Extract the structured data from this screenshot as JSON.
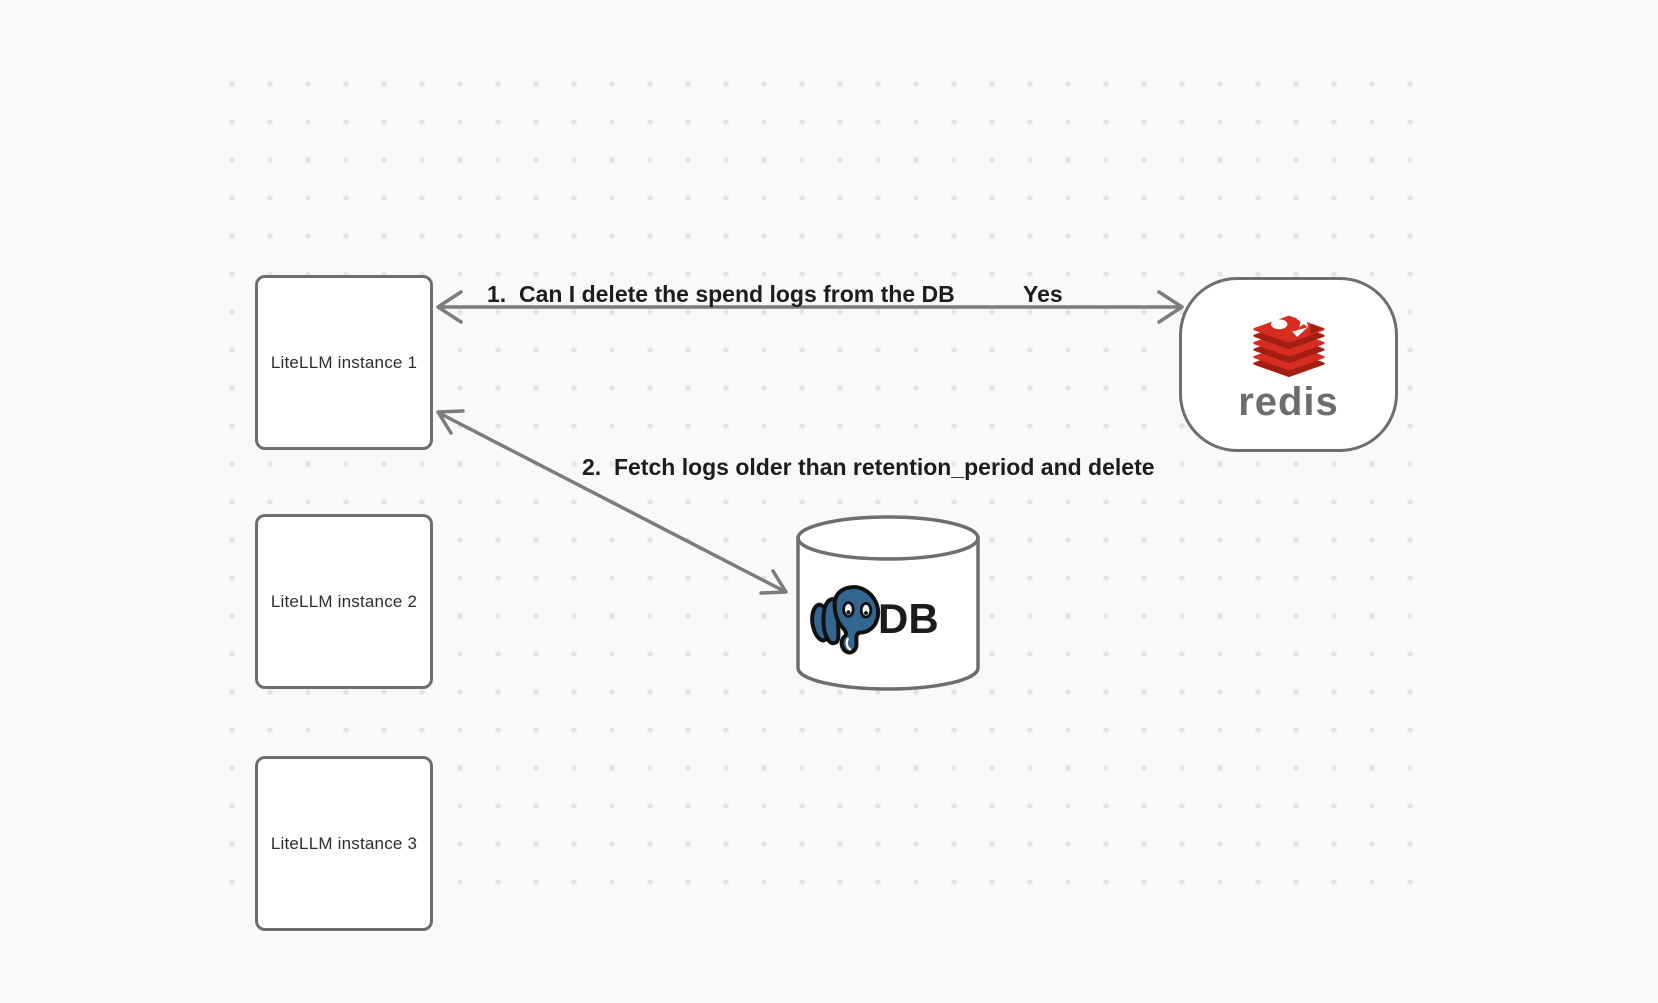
{
  "diagram": {
    "instances": [
      {
        "label": "LiteLLM instance 1"
      },
      {
        "label": "LiteLLM instance 2"
      },
      {
        "label": "LiteLLM instance 3"
      }
    ],
    "redis": {
      "wordmark": "redis"
    },
    "db": {
      "label": "DB"
    },
    "messages": {
      "msg1": "1.  Can I delete the spend logs from the DB",
      "msg1_reply": "Yes",
      "msg2": "2.  Fetch logs older than retention_period and delete"
    },
    "colors": {
      "background": "#f9f9f9",
      "grid_dot": "#e4e4e4",
      "node_stroke": "#6e6e6e",
      "arrow": "#7c7c7c",
      "text_dark": "#1d1d1d",
      "redis_red": "#d82c20",
      "redis_dark_red": "#a41e11",
      "redis_gray": "#6d6d6d",
      "postgres_blue": "#336791"
    }
  }
}
